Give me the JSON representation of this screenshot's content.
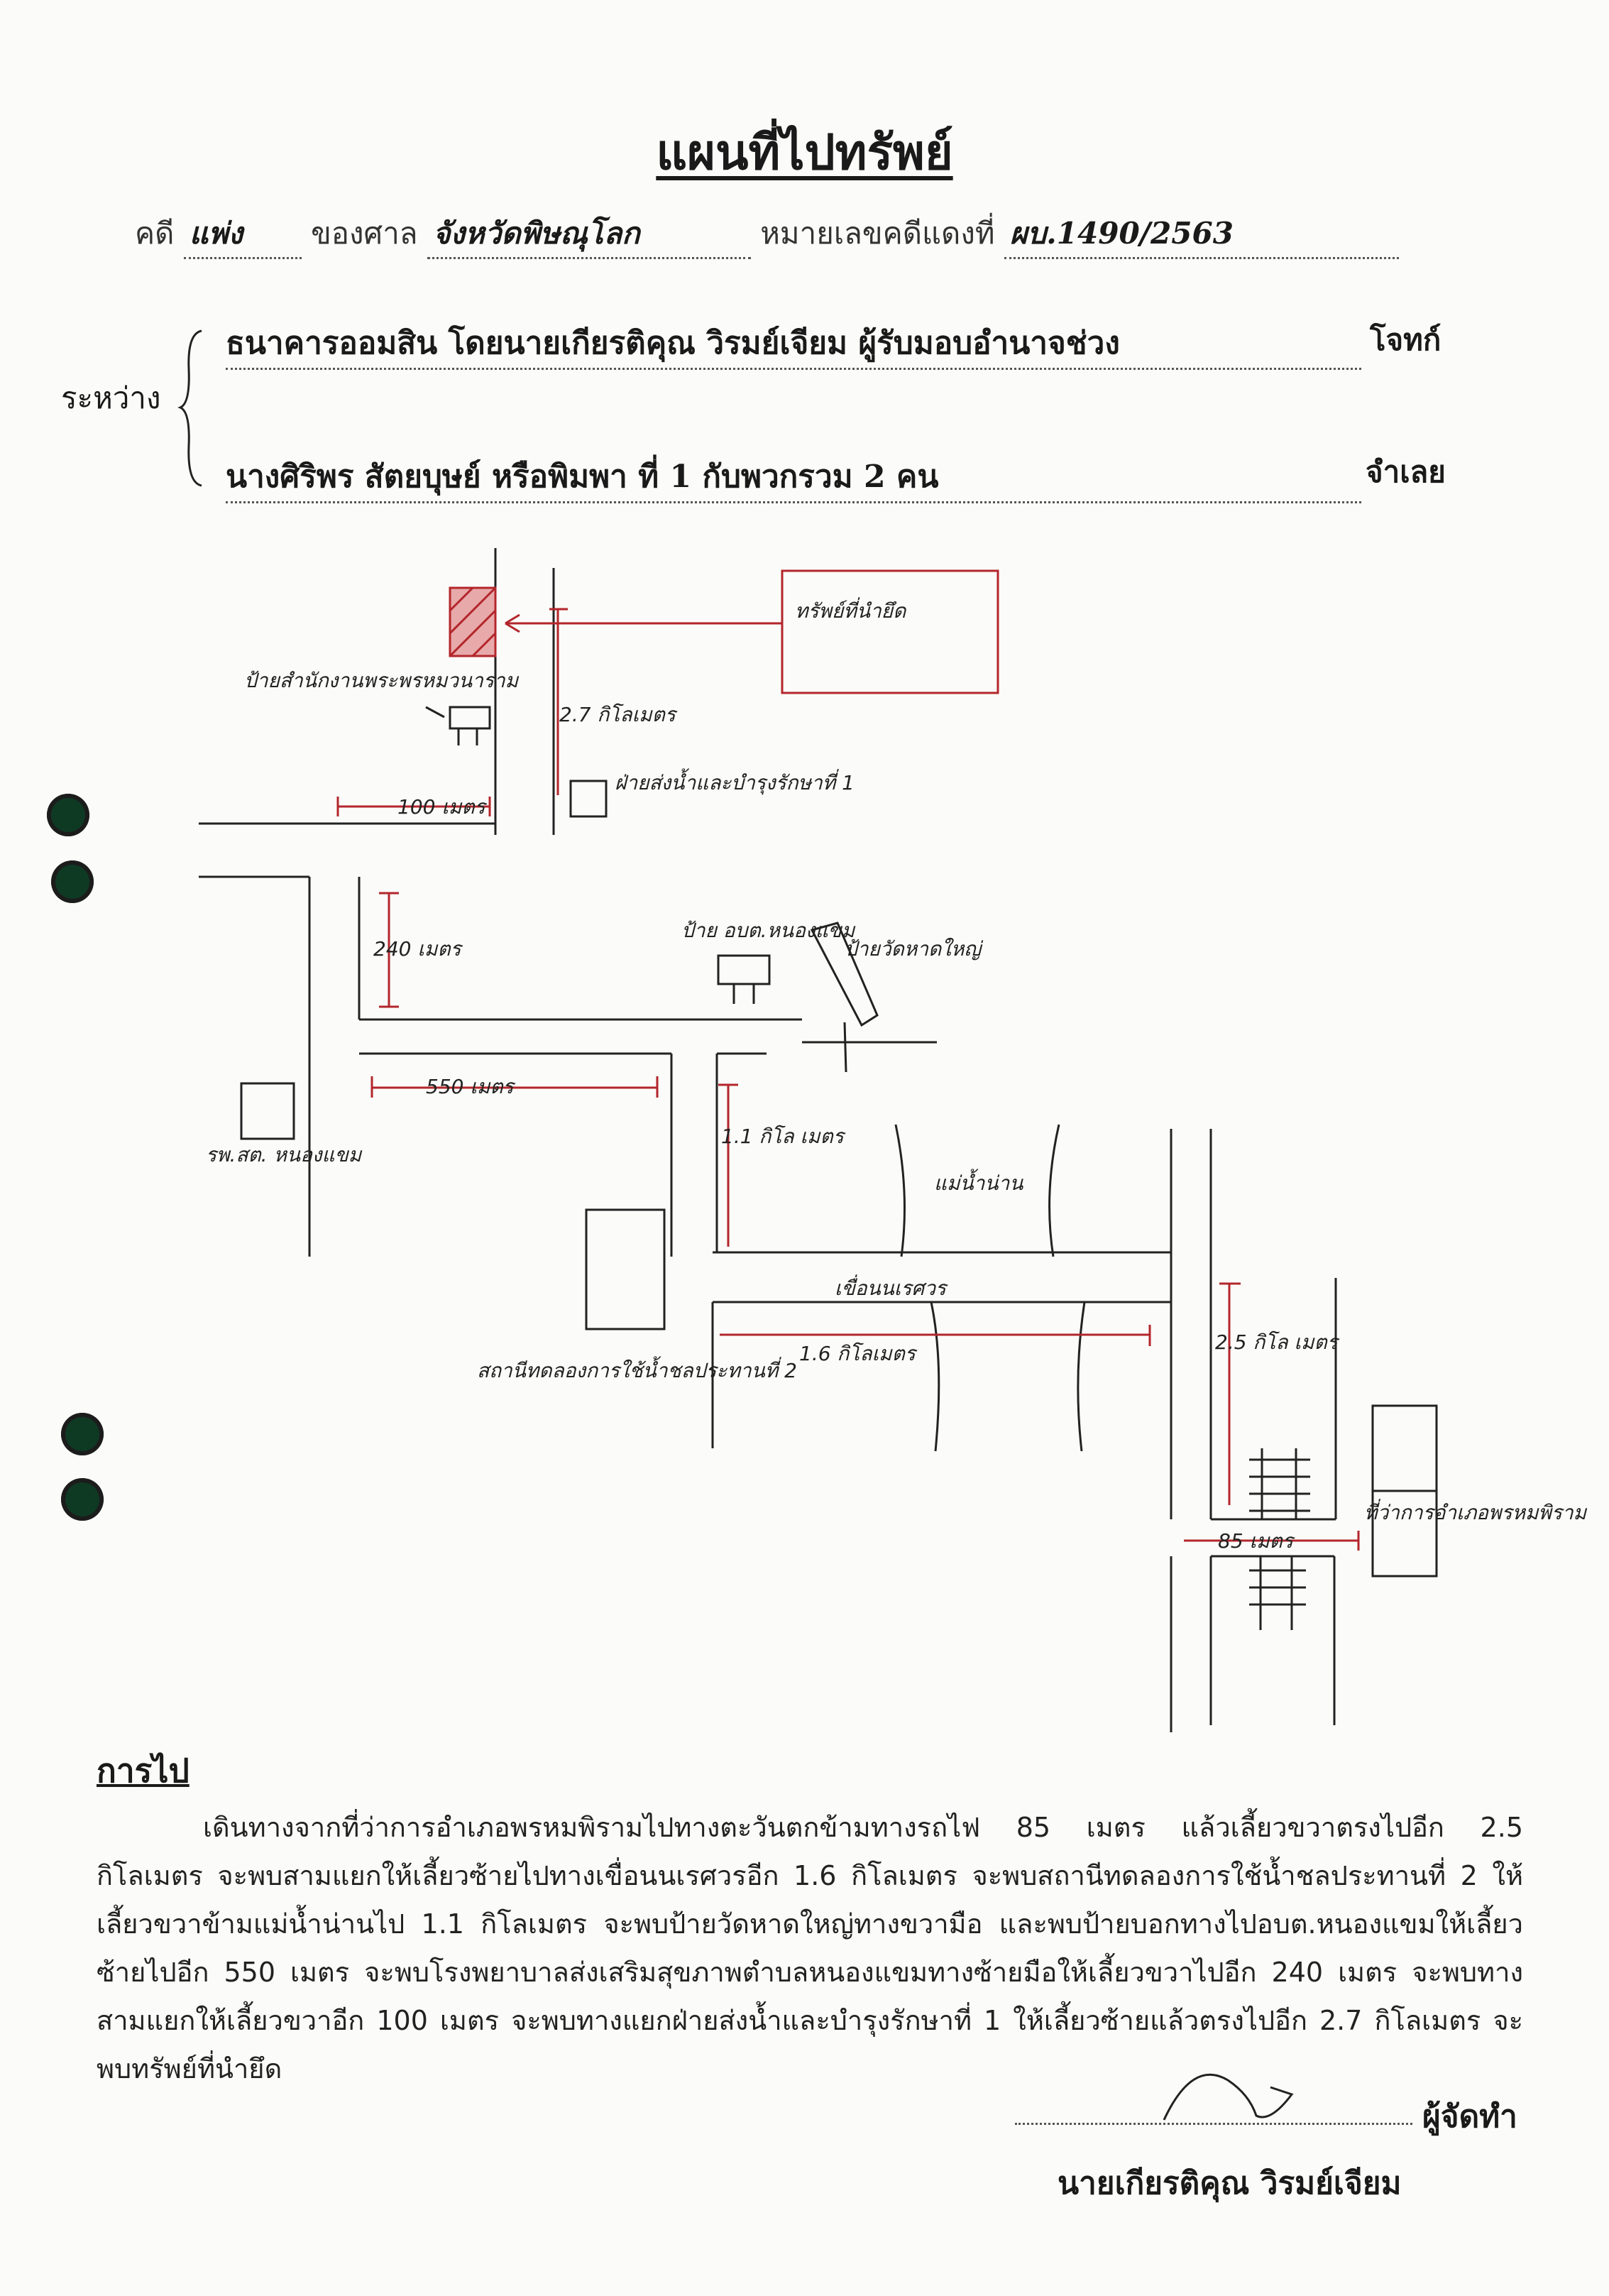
{
  "doc": {
    "title": "แผนที่ไปทรัพย์",
    "case_prefix": "คดี",
    "case_type": "แพ่ง",
    "court_prefix": "ของศาล",
    "court": "จังหวัดพิษณุโลก",
    "case_no_prefix": "หมายเลขคดีแดงที่",
    "case_no": "ผบ.1490/2563",
    "between_label": "ระหว่าง",
    "plaintiff": "ธนาคารออมสิน โดยนายเกียรติคุณ วิรมย์เจียม ผู้รับมอบอำนาจช่วง",
    "plaintiff_role": "โจทก์",
    "defendant": "นางศิริพร สัตยบุษย์ หรือพิมพา ที่ 1 กับพวกรวม 2 คน",
    "defendant_role": "จำเลย"
  },
  "map": {
    "labels": {
      "property_box": "ทรัพย์ที่นำยึด",
      "community_sign": "ป้ายสำนักงานพระพรหมวนาราม",
      "dist_27": "2.7 กิโลเมตร",
      "irrigation": "ฝ่ายส่งน้ำและบำรุงรักษาที่ 1",
      "dist_100": "100 เมตร",
      "dist_240": "240 เมตร",
      "sign_obt": "ป้าย อบต.หนองแขม",
      "sign_temple": "ป้ายวัดหาดใหญ่",
      "dist_550": "550 เมตร",
      "hospital": "รพ.สต. หนองแขม",
      "dist_11": "1.1 กิโล เมตร",
      "nan_river": "แม่น้ำน่าน",
      "dam": "เขื่อนนเรศวร",
      "dist_16": "1.6 กิโลเมตร",
      "test_station": "สถานีทดลองการใช้น้ำชลประทานที่ 2",
      "dist_25": "2.5 กิโล เมตร",
      "dist_85": "85 เมตร",
      "district_office": "ที่ว่าการอำเภอพรหมพิราม"
    }
  },
  "directions": {
    "heading": "การไป",
    "text": "เดินทางจากที่ว่าการอำเภอพรหมพิรามไปทางตะวันตกข้ามทางรถไฟ 85 เมตร แล้วเลี้ยวขวาตรงไปอีก 2.5 กิโลเมตร จะพบสามแยกให้เลี้ยวซ้ายไปทางเขื่อนนเรศวรอีก 1.6 กิโลเมตร จะพบสถานีทดลองการใช้น้ำชลประทานที่ 2 ให้เลี้ยวขวาข้ามแม่น้ำน่านไป 1.1 กิโลเมตร จะพบป้ายวัดหาดใหญ่ทางขวามือ และพบป้ายบอกทางไปอบต.หนองแขมให้เลี้ยวซ้ายไปอีก 550 เมตร จะพบโรงพยาบาลส่งเสริมสุขภาพตำบลหนองแขมทางซ้ายมือให้เลี้ยวขวาไปอีก 240 เมตร จะพบทางสามแยกให้เลี้ยวขวาอีก 100 เมตร จะพบทางแยกฝ่ายส่งน้ำและบำรุงรักษาที่ 1 ให้เลี้ยวซ้ายแล้วตรงไปอีก 2.7 กิโลเมตร จะพบทรัพย์ที่นำยึด"
  },
  "signature": {
    "role": "ผู้จัดทำ",
    "name": "นายเกียรติคุณ วิรมย์เจียม"
  }
}
